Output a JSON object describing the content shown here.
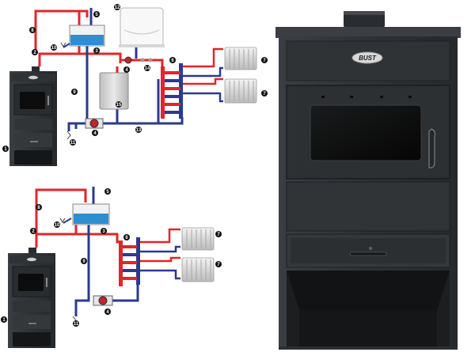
{
  "brand": {
    "logo_text": "BUST"
  },
  "markers": {
    "stove_top": "1",
    "stove_bottom": "1",
    "safety_pipe_top": "2",
    "safety_pipe_bottom": "2",
    "tank_drain_top": "3",
    "tank_drain_bottom": "3",
    "pump_top": "4",
    "pump_mid": "4",
    "pump_bottom": "4",
    "chimney_pipe_top": "5",
    "chimney_pipe_bottom": "5",
    "manifold_top": "6",
    "manifold_bottom": "6",
    "radiator_top_a": "7",
    "radiator_top_b": "7",
    "radiator_bottom_a": "7",
    "radiator_bottom_b": "7",
    "overflow_top": "8",
    "overflow_bottom": "8",
    "return_top": "9",
    "return_bottom": "9",
    "valve_top": "10",
    "valve_bottom": "10",
    "drain_top": "11",
    "drain_bottom": "11",
    "gas_boiler": "12",
    "bypass": "13",
    "mixing_valve": "14",
    "buffer_tank": "15"
  },
  "colors": {
    "supply_pipe": "#e0262b",
    "return_pipe": "#2a3a8f",
    "stove_body": "#303438",
    "stove_dark": "#1e2124",
    "stove_glass": "#0e0f10",
    "expansion_water": "#2d8fd1",
    "radiator": "#d8d8d8",
    "marker_dot": "#111111"
  }
}
